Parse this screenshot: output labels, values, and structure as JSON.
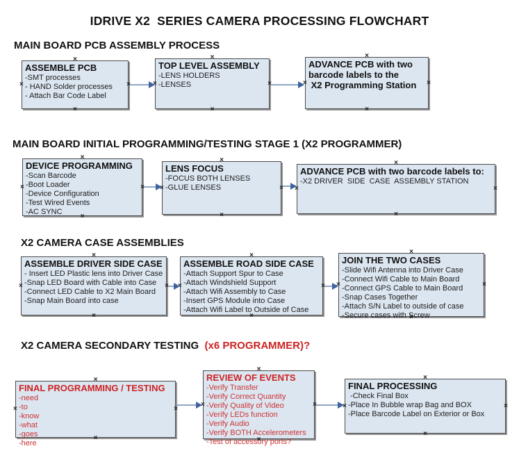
{
  "title": "IDRIVE X2  SERIES CAMERA PROCESSING FLOWCHART",
  "glyphs": {
    "connection_marker": "×"
  },
  "colors": {
    "box_fill": "#dce6f1",
    "box_border": "#4a4a4a",
    "box_shadow": "#949494",
    "arrow_line": "#8fa5c6",
    "arrow_head": "#3f62a0",
    "red_text": "#cc2222"
  },
  "sections": [
    {
      "heading": "MAIN BOARD PCB ASSEMBLY PROCESS",
      "heading_suffix": "",
      "boxes": [
        {
          "red": false,
          "title_lines": [
            "ASSEMBLE PCB"
          ],
          "items": [
            "-SMT processes",
            "- HAND Solder processes",
            "- Attach Bar Code Label"
          ]
        },
        {
          "red": false,
          "title_lines": [
            "TOP LEVEL ASSEMBLY"
          ],
          "items": [
            "-LENS HOLDERS",
            "-LENSES"
          ]
        },
        {
          "red": false,
          "title_lines": [
            "ADVANCE PCB with two",
            "barcode labels to the",
            " X2 Programming Station"
          ],
          "items": []
        }
      ]
    },
    {
      "heading": "MAIN BOARD INITIAL PROGRAMMING/TESTING STAGE 1 (X2 PROGRAMMER)",
      "heading_suffix": "",
      "boxes": [
        {
          "red": false,
          "title_lines": [
            "DEVICE PROGRAMMING"
          ],
          "items": [
            "-Scan Barcode",
            "-Boot Loader",
            "-Device Configuration",
            "-Test Wired Events",
            "-AC SYNC"
          ]
        },
        {
          "red": false,
          "title_lines": [
            "LENS FOCUS"
          ],
          "items": [
            "-FOCUS BOTH LENSES",
            "-GLUE LENSES"
          ]
        },
        {
          "red": false,
          "title_lines": [
            "ADVANCE PCB with two barcode labels to:"
          ],
          "items": [
            "-X2 DRIVER  SIDE  CASE  ASSEMBLY STATION"
          ]
        }
      ]
    },
    {
      "heading": "X2 CAMERA CASE ASSEMBLIES",
      "heading_suffix": "",
      "boxes": [
        {
          "red": false,
          "title_lines": [
            "ASSEMBLE DRIVER SIDE CASE"
          ],
          "items": [
            "- Insert LED Plastic lens into Driver Case",
            "-Snap LED Board with Cable into Case",
            "-Connect LED Cable to X2 Main Board",
            "-Snap Main Board into case"
          ]
        },
        {
          "red": false,
          "title_lines": [
            "ASSEMBLE ROAD SIDE CASE"
          ],
          "items": [
            "-Attach Support Spur to Case",
            "-Attach Windshield Support",
            "-Attach Wifi Assembly to Case",
            "-Insert GPS Module into Case",
            "-Attach Wifi Label to Outside of Case"
          ]
        },
        {
          "red": false,
          "title_lines": [
            "JOIN THE TWO CASES"
          ],
          "items": [
            "-Slide Wifi Antenna into Driver Case",
            "-Connect Wifi Cable to Main Board",
            "-Connect GPS Cable to Main Board",
            "-Snap Cases Together",
            "-Attach S/N Label to outside of case",
            "-Secure cases with Screw"
          ]
        }
      ]
    },
    {
      "heading": "X2 CAMERA SECONDARY TESTING ",
      "heading_suffix": " (x6 PROGRAMMER)?",
      "boxes": [
        {
          "red": true,
          "title_lines": [
            "FINAL PROGRAMMING / TESTING"
          ],
          "items": [
            "-need",
            "-to",
            "-know",
            "-what",
            "-goes",
            "-here"
          ]
        },
        {
          "red": true,
          "title_lines": [
            "REVIEW OF EVENTS"
          ],
          "items": [
            "-Verify Transfer",
            "-Verify Correct Quantity",
            "-Verify Quality of Video",
            "-Verify LEDs function",
            "-Verify Audio",
            "-Verify BOTH Accelerometers",
            "-Test of accessory ports?"
          ]
        },
        {
          "red": false,
          "title_lines": [
            "FINAL PROCESSING"
          ],
          "items": [
            " -Check Final Box",
            "-Place In Bubble wrap Bag and BOX",
            "-Place Barcode Label on Exterior or Box"
          ]
        }
      ]
    }
  ]
}
